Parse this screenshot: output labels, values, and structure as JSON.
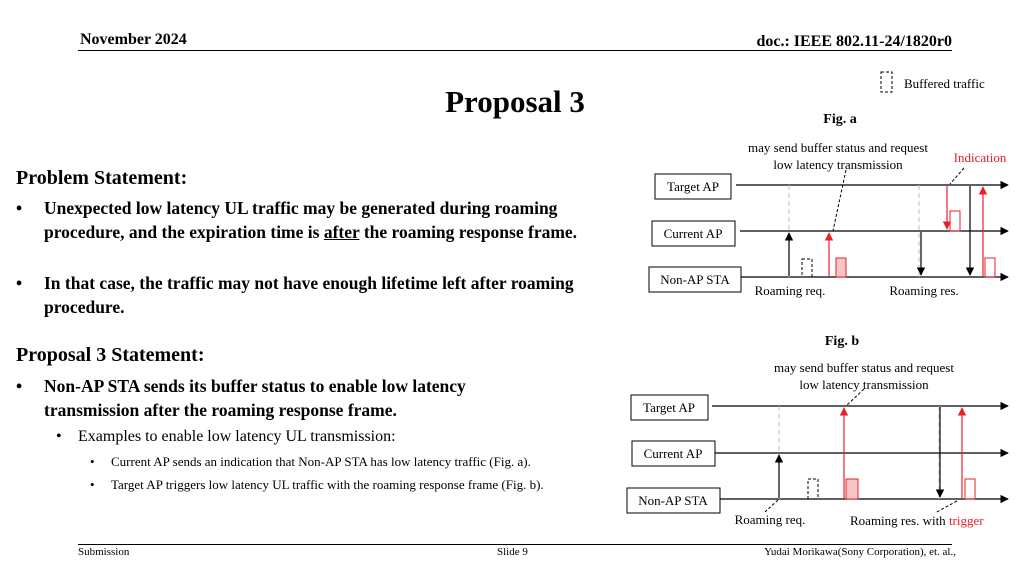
{
  "header": {
    "date": "November 2024",
    "doc": "doc.: IEEE 802.11-24/1820r0"
  },
  "title": "Proposal 3",
  "problem": {
    "heading": "Problem Statement:",
    "bullet1_before": "Unexpected low latency UL traffic may be generated during roaming procedure, and the expiration time is ",
    "bullet1_underlined": "after",
    "bullet1_after": " the roaming response frame.",
    "bullet2": "In that case, the traffic may not have enough lifetime left after roaming procedure."
  },
  "proposal": {
    "heading": "Proposal 3 Statement:",
    "bullet1": "Non-AP STA sends its buffer status to enable low latency transmission after the roaming response frame.",
    "sub1": "Examples to enable low latency UL transmission:",
    "subsub1": "Current AP sends an indication that Non-AP STA has low latency traffic (Fig. a).",
    "subsub2": "Target AP triggers low latency UL traffic with the roaming response frame (Fig. b)."
  },
  "legend": {
    "label": "Buffered traffic"
  },
  "fig_a": {
    "caption": "Fig. a",
    "note_line1": "may send buffer status and request",
    "note_line2": "low latency transmission",
    "indication": "Indication",
    "target_ap": "Target AP",
    "current_ap": "Current AP",
    "non_ap_sta": "Non-AP STA",
    "roaming_req": "Roaming req.",
    "roaming_res": "Roaming res."
  },
  "fig_b": {
    "caption": "Fig. b",
    "note_line1": "may send buffer status and request",
    "note_line2": "low latency transmission",
    "target_ap": "Target AP",
    "current_ap": "Current AP",
    "non_ap_sta": "Non-AP STA",
    "roaming_req": "Roaming req.",
    "roaming_res_prefix": "Roaming res. with ",
    "trigger": "trigger"
  },
  "footer": {
    "left": "Submission",
    "center": "Slide 9",
    "right": "Yudai Morikawa(Sony Corporation), et. al.,"
  },
  "colors": {
    "accent_red": "#e8202a",
    "buffer_fill": "#f6c6c6",
    "dashed_gray": "#bfbfbf"
  }
}
